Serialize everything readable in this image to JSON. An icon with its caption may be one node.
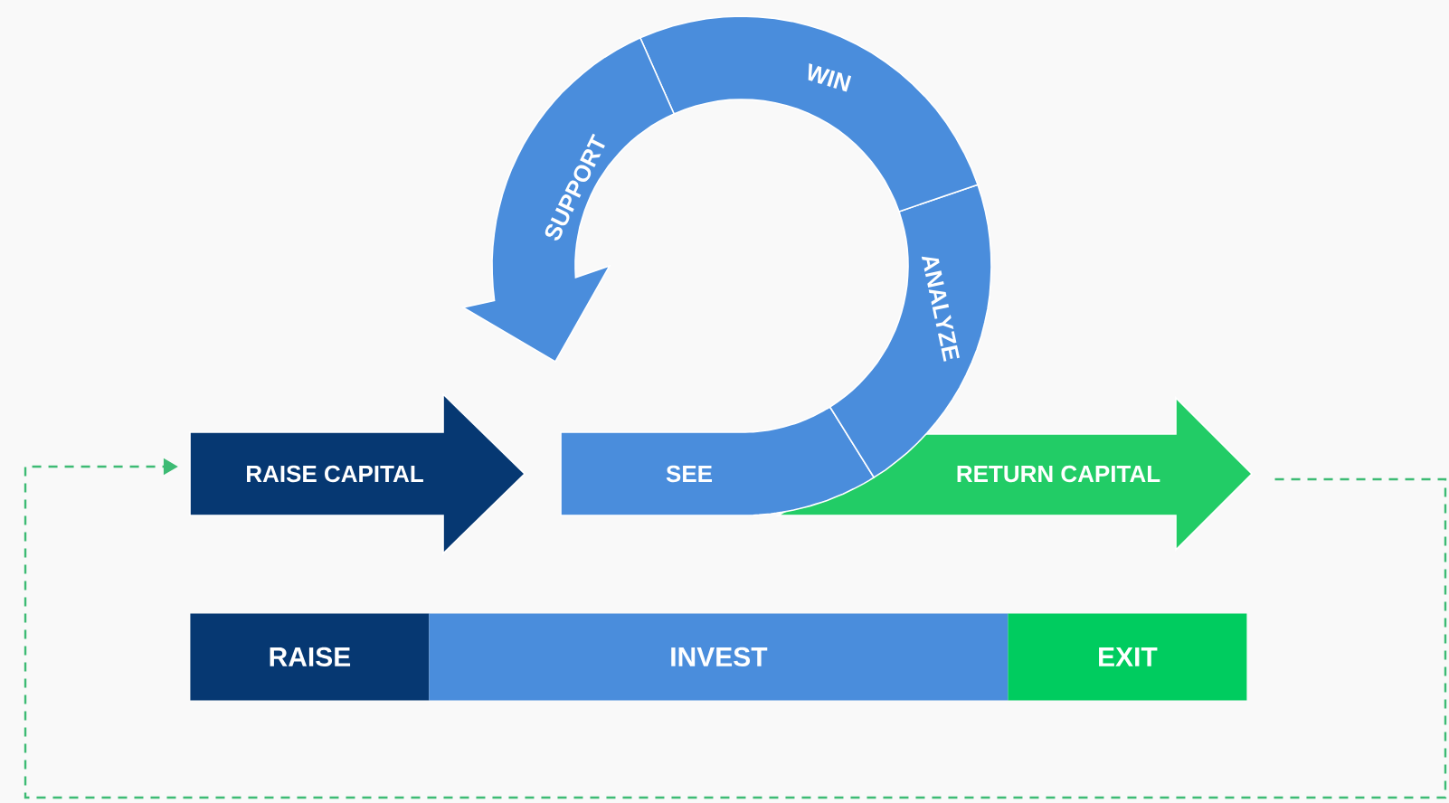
{
  "diagram": {
    "nodes": [
      {
        "text": [
          "RAISE CAPITAL"
        ]
      },
      {
        "text": [
          "SEE"
        ]
      },
      {
        "text": [
          "ANALYZE"
        ]
      },
      {
        "text": [
          "WIN"
        ]
      },
      {
        "text": [
          "SUPPORT"
        ]
      },
      {
        "text": [
          "RETURN CAPITAL"
        ]
      },
      {
        "text": [
          "RAISE"
        ]
      },
      {
        "text": [
          "INVEST"
        ]
      },
      {
        "text": [
          "EXIT"
        ]
      }
    ],
    "edges": [
      {
        "from": 5,
        "to": 0,
        "arrow": "to",
        "style": "dashed",
        "color": "#3dbb74"
      }
    ]
  }
}
